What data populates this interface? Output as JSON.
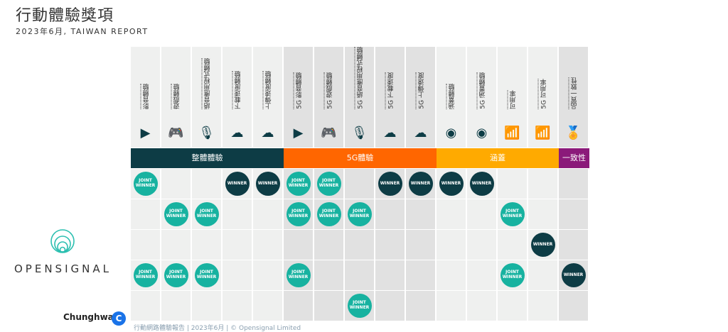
{
  "title": "行動體驗獎項",
  "subtitle": "2023年6月, TAIWAN REPORT",
  "columns": [
    {
      "label": "影音體驗",
      "icon": "video-icon",
      "glyph": "▶"
    },
    {
      "label": "遊戲體驗",
      "icon": "gamepad-icon",
      "glyph": "🎮"
    },
    {
      "label": "語音應用程式體驗",
      "icon": "microphone-icon",
      "glyph": "🎙"
    },
    {
      "label": "下載速度體驗",
      "icon": "cloud-download-icon",
      "glyph": "☁"
    },
    {
      "label": "上傳速度體驗",
      "icon": "cloud-upload-icon",
      "glyph": "☁"
    },
    {
      "label": "5G 影音體驗",
      "icon": "video-icon",
      "glyph": "▶"
    },
    {
      "label": "5G 遊戲體驗",
      "icon": "gamepad-icon",
      "glyph": "🎮"
    },
    {
      "label": "5G 語音應用程式體驗",
      "icon": "microphone-icon",
      "glyph": "🎙"
    },
    {
      "label": "5G 下載速度",
      "icon": "cloud-download-icon",
      "glyph": "☁"
    },
    {
      "label": "5G 上傳速度",
      "icon": "cloud-upload-icon",
      "glyph": "☁"
    },
    {
      "label": "涵蓋體驗",
      "icon": "coverage-icon",
      "glyph": "◉"
    },
    {
      "label": "5G 涵蓋體驗",
      "icon": "coverage-icon",
      "glyph": "◉"
    },
    {
      "label": "可用率",
      "icon": "wifi-icon",
      "glyph": "📶"
    },
    {
      "label": "5G 可用率",
      "icon": "wifi-icon",
      "glyph": "📶"
    },
    {
      "label": "品質一致性",
      "icon": "award-icon",
      "glyph": "🏅"
    }
  ],
  "categories": [
    {
      "label": "整體體驗",
      "span": 5,
      "color": "#0d3c45",
      "bg": "#eff0ef"
    },
    {
      "label": "5G體驗",
      "span": 5,
      "color": "#ff6600",
      "bg": "#e1e1e1"
    },
    {
      "label": "涵蓋",
      "span": 4,
      "color": "#ffaa00",
      "bg": "#eff0ef"
    },
    {
      "label": "一致性",
      "span": 1,
      "color": "#8b1a7a",
      "bg": "#e1e1e1"
    }
  ],
  "badge_labels": {
    "jw": "JOINT WINNER",
    "w": "WINNER"
  },
  "rows": [
    [
      "jw",
      "",
      "",
      "w",
      "w",
      "jw",
      "jw",
      "",
      "w",
      "w",
      "w",
      "w",
      "",
      "",
      ""
    ],
    [
      "",
      "jw",
      "jw",
      "",
      "",
      "jw",
      "jw",
      "jw",
      "",
      "",
      "",
      "",
      "jw",
      "",
      ""
    ],
    [
      "",
      "",
      "",
      "",
      "",
      "",
      "",
      "",
      "",
      "",
      "",
      "",
      "",
      "w",
      ""
    ],
    [
      "jw",
      "jw",
      "jw",
      "",
      "",
      "jw",
      "",
      "",
      "",
      "",
      "",
      "",
      "jw",
      "",
      "w"
    ],
    [
      "",
      "",
      "",
      "",
      "",
      "",
      "",
      "jw",
      "",
      "",
      "",
      "",
      "",
      "",
      ""
    ]
  ],
  "logo": "OPENSIGNAL",
  "operator": {
    "name": "Chunghwa",
    "initial": "C"
  },
  "footer": "行動網路體驗報告 | 2023年6月 | © Opensignal Limited"
}
